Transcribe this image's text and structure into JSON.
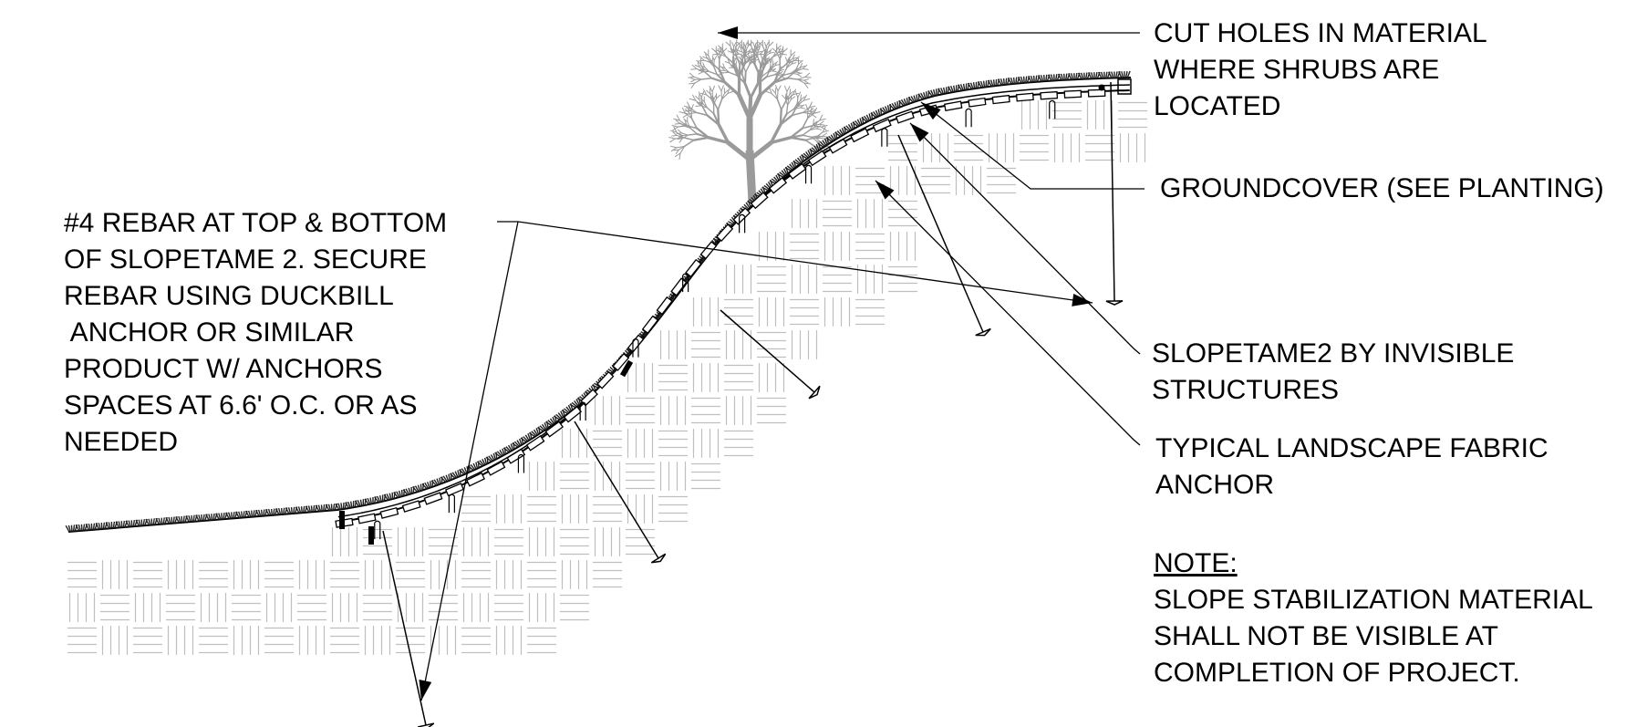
{
  "callouts": {
    "cut_holes": "CUT HOLES IN MATERIAL\nWHERE SHRUBS ARE\nLOCATED",
    "groundcover": "GROUNDCOVER (SEE PLANTING)",
    "rebar": "#4 REBAR AT TOP & BOTTOM\nOF SLOPETAME 2. SECURE\nREBAR USING DUCKBILL\n ANCHOR OR SIMILAR\nPRODUCT W/ ANCHORS\nSPACES AT 6.6' O.C. OR AS\nNEEDED",
    "slopetame": "SLOPETAME2 BY INVISIBLE\nSTRUCTURES",
    "fabric_anchor": "TYPICAL LANDSCAPE FABRIC\nANCHOR"
  },
  "note": {
    "heading": "NOTE:",
    "body": "SLOPE STABILIZATION MATERIAL\nSHALL NOT BE VISIBLE AT\nCOMPLETION OF PROJECT."
  },
  "colors": {
    "line": "#000000",
    "soil_hatch": "#bfbfbf",
    "tree": "#9a9a9a",
    "groundcover": "#222222"
  },
  "icons": [
    "tree-icon",
    "groundcover-plant-icon",
    "rebar-stake-icon",
    "duckbill-anchor-icon",
    "fabric-anchor-icon",
    "arrowhead-icon"
  ]
}
